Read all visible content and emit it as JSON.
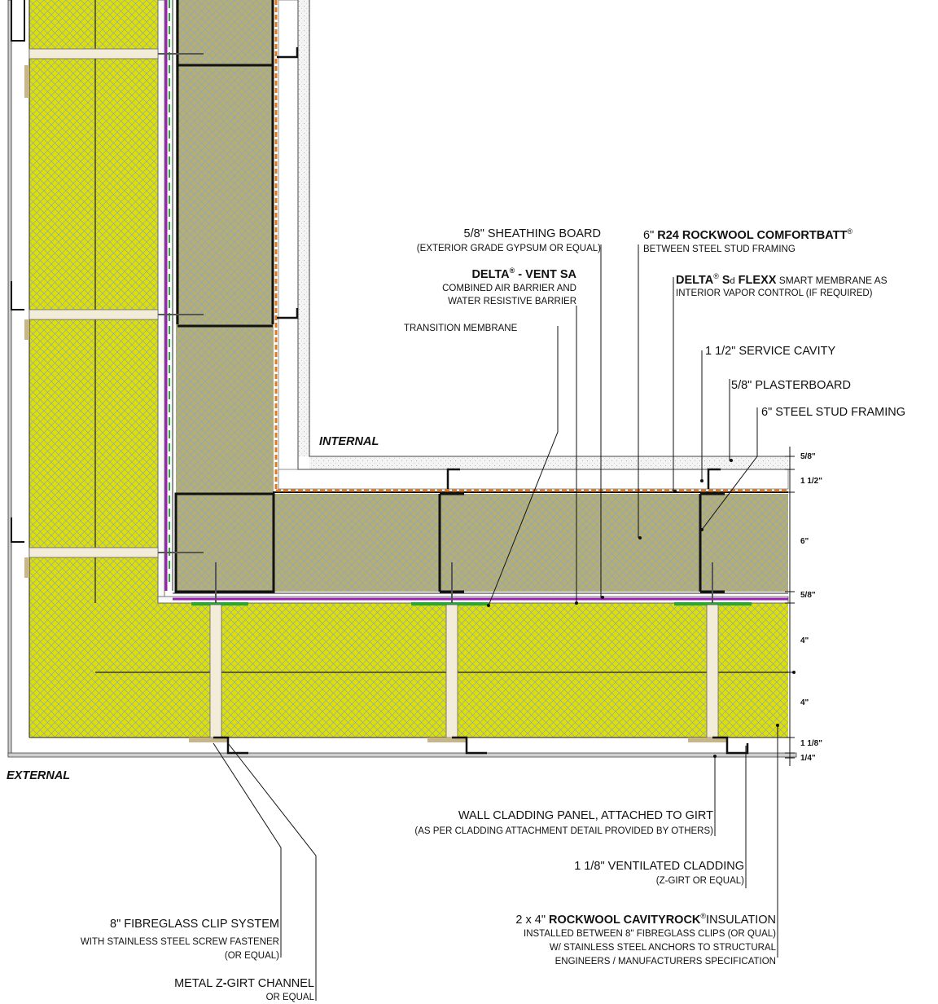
{
  "zones": {
    "internal": "INTERNAL",
    "external": "EXTERNAL"
  },
  "labels": {
    "sheathing": {
      "main": "5/8\" SHEATHING BOARD",
      "sub": "(EXTERIOR GRADE GYPSUM OR EQUAL)"
    },
    "comfortbatt": {
      "pre": "6\" ",
      "bold": "R24 ROCKWOOL COMFORTBATT",
      "sup": "®",
      "sub": "BETWEEN STEEL STUD FRAMING"
    },
    "delta_vent": {
      "bold": "DELTA",
      "sup": "®",
      "bold2": " - VENT SA",
      "sub1": "COMBINED AIR BARRIER AND",
      "sub2": "WATER RESISTIVE BARRIER"
    },
    "delta_flexx": {
      "bold": "DELTA",
      "sup": "®",
      "bold2": " S",
      "sub_d": "d",
      "bold3": " FLEXX",
      "rest": " SMART MEMBRANE AS",
      "sub": "INTERIOR VAPOR CONTROL (IF REQUIRED)"
    },
    "transition": "TRANSITION MEMBRANE",
    "service_cavity": "1 1/2\" SERVICE CAVITY",
    "plasterboard": "5/8\" PLASTERBOARD",
    "steel_stud": "6\" STEEL STUD FRAMING",
    "cladding_panel": {
      "main": "WALL CLADDING PANEL, ATTACHED TO GIRT",
      "sub": "(AS PER CLADDING ATTACHMENT DETAIL PROVIDED BY OTHERS)"
    },
    "ventilated": {
      "main": "1 1/8\" VENTILATED CLADDING",
      "sub": "(Z-GIRT OR EQUAL)"
    },
    "cavityrock": {
      "pre": "2 x 4\" ",
      "bold": "ROCKWOOL CAVITYROCK",
      "sup": "®",
      "post": "INSULATION",
      "sub1": "INSTALLED BETWEEN 8\" FIBREGLASS CLIPS (OR QUAL)",
      "sub2": "W/ STAINLESS STEEL ANCHORS TO STRUCTURAL",
      "sub3": "ENGINEERS / MANUFACTURERS SPECIFICATION"
    },
    "clip_system": {
      "main": "8\" FIBREGLASS CLIP SYSTEM",
      "sub1": "WITH STAINLESS STEEL SCREW FASTENER",
      "sub2": "(OR EQUAL)"
    },
    "zgirt": {
      "pre": "METAL Z",
      "bold": "-",
      "post": "GIRT CHANNEL",
      "sub": "OR EQUAL"
    }
  },
  "dimensions": {
    "plaster": "5/8\"",
    "cavity": "1 1/2\"",
    "stud": "6\"",
    "sheathing": "5/8\"",
    "ins1": "4\"",
    "ins2": "4\"",
    "vent": "1 1/8\"",
    "panel": "1/4\""
  },
  "colors": {
    "insulation": "#dde000",
    "batt": "#b5b070",
    "hatch": "#8d9fd0",
    "steel": "#111111",
    "vapor": "#e07a20",
    "wrb": "#9a20b0",
    "transition": "#22aa33",
    "plaster": "#f4f4f4",
    "wood": "#c9b58a"
  }
}
